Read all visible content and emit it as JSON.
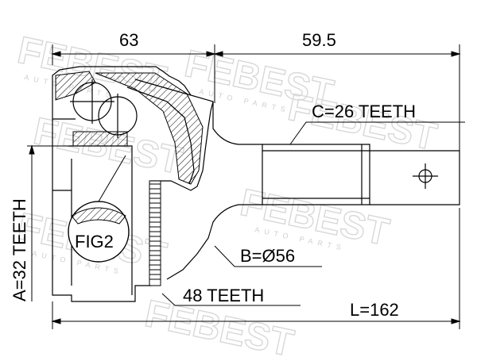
{
  "watermark": {
    "brand": "FEBEST",
    "sub": "AUTO PARTS"
  },
  "dimensions": {
    "length_a": "63",
    "length_b": "59.5",
    "total_length": "L=162"
  },
  "labels": {
    "spline_c": "C=26 TEETH",
    "spline_a": "A=32 TEETH",
    "diameter_b": "B=Ø56",
    "abs_ring": "48 TEETH",
    "detail_ref": "FIG2"
  },
  "colors": {
    "line": "#000000",
    "watermark": "#d8d8d8"
  }
}
